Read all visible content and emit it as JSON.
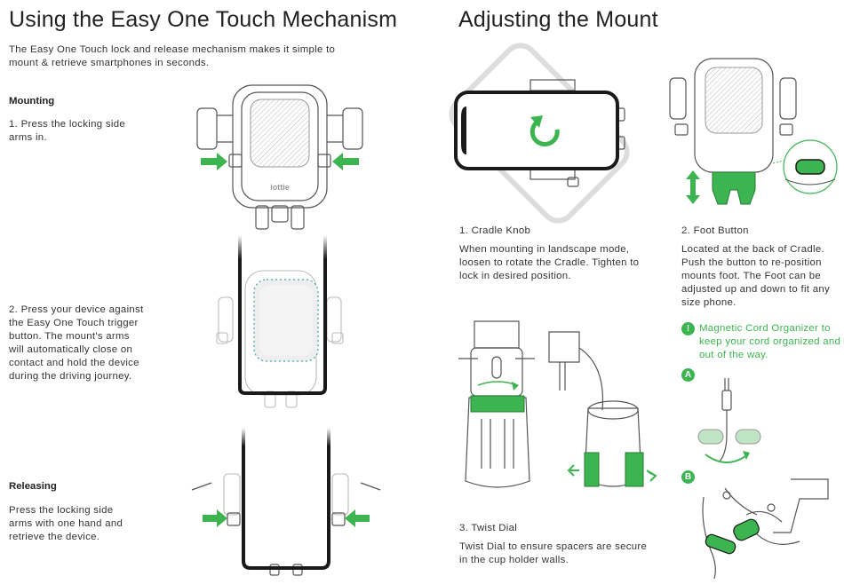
{
  "left": {
    "title": "Using the Easy One Touch Mechanism",
    "intro_line1": "The Easy One Touch lock and release mechanism makes it simple to",
    "intro_line2": "mount & retrieve smartphones in seconds.",
    "mounting": {
      "heading": "Mounting",
      "step1_line1": "1. Press the locking side",
      "step1_line2": "arms in.",
      "step2_lines": [
        "2. Press your device against",
        "the Easy One Touch trigger",
        "button. The mount's arms",
        "will automatically close on",
        "contact and hold the device",
        "during the driving journey."
      ]
    },
    "releasing": {
      "heading": "Releasing",
      "lines": [
        "Press the locking side",
        "arms with one hand and",
        "retrieve the device."
      ]
    },
    "brand_mark": "iottie"
  },
  "right": {
    "title": "Adjusting the Mount",
    "cradle_knob": {
      "heading": "1. Cradle Knob",
      "lines": [
        "When mounting in landscape mode,",
        "loosen to rotate the Cradle. Tighten to",
        "lock in desired position."
      ]
    },
    "foot_button": {
      "heading": "2. Foot Button",
      "lines": [
        "Located at the back of Cradle.",
        "Push the button to re-position",
        "mounts foot. The Foot can be",
        "adjusted up and down to fit any",
        "size phone."
      ]
    },
    "twist_dial": {
      "heading": "3. Twist Dial",
      "lines": [
        "Twist Dial to ensure spacers are secure",
        "in the cup holder walls."
      ]
    },
    "cord_organizer": {
      "icon_char": "!",
      "lines": [
        "Magnetic Cord Organizer to",
        "keep your cord organized and",
        "out of the way."
      ],
      "label_a": "A",
      "label_b": "B"
    }
  },
  "colors": {
    "accent_green": "#3cb44f",
    "text": "#333333",
    "line_art": "#555555",
    "phone_body": "#1a1a1a"
  }
}
